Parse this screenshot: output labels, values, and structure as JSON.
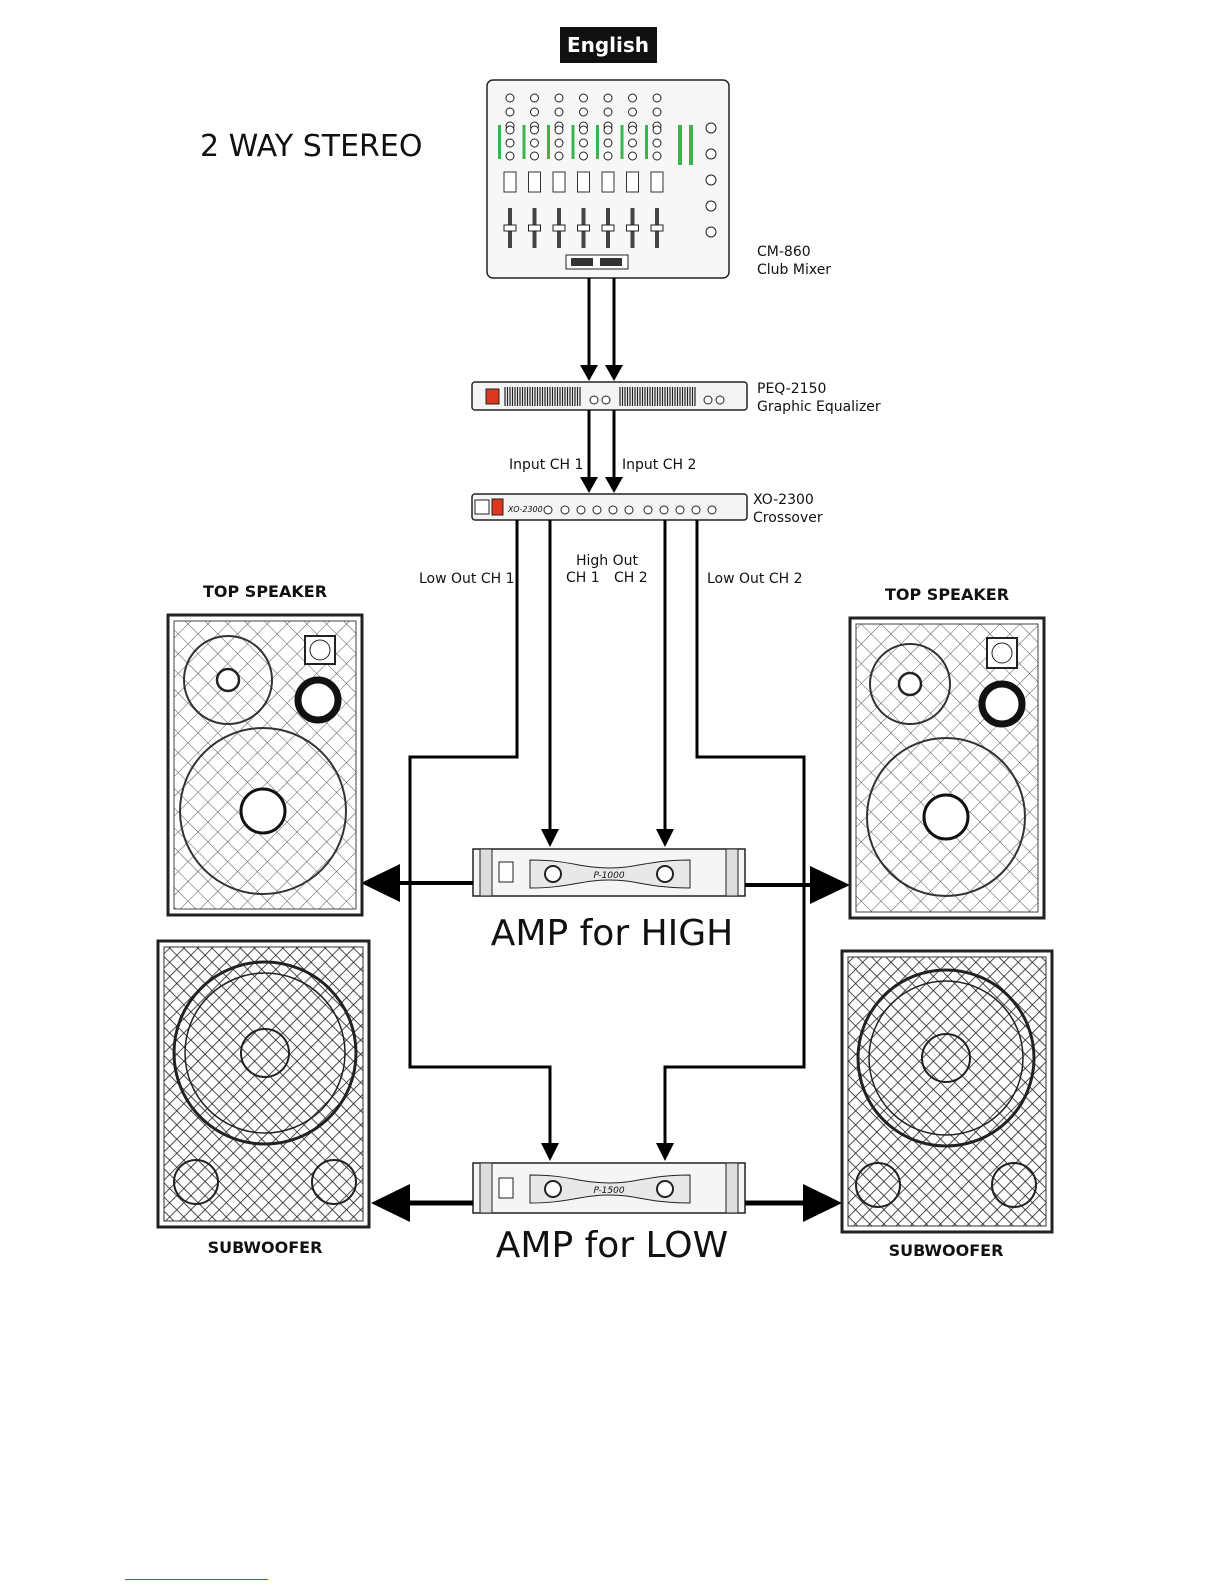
{
  "language_badge": "English",
  "title": "2 WAY STEREO",
  "devices": {
    "mixer": {
      "model": "CM-860",
      "name": "Club Mixer"
    },
    "equalizer": {
      "model": "PEQ-2150",
      "name": "Graphic Equalizer"
    },
    "crossover": {
      "model": "XO-2300",
      "name": "Crossover",
      "panel_logo": "XO-2300"
    }
  },
  "signals": {
    "input_ch1": "Input CH 1",
    "input_ch2": "Input CH 2",
    "high_out": "High Out",
    "high_ch1": "CH 1",
    "high_ch2": "CH 2",
    "low_out_ch1": "Low Out CH 1",
    "low_out_ch2": "Low Out CH 2"
  },
  "speakers": {
    "top_left": "TOP SPEAKER",
    "top_right": "TOP SPEAKER",
    "sub_left": "SUBWOOFER",
    "sub_right": "SUBWOOFER"
  },
  "amps": {
    "high": {
      "label": "AMP for HIGH",
      "model": "P-1000"
    },
    "low": {
      "label": "AMP for LOW",
      "model": "P-1500"
    }
  },
  "colors": {
    "power_switch": "#d9381e",
    "meter_green": "#3cb44b",
    "meter_red": "#d9381e"
  }
}
